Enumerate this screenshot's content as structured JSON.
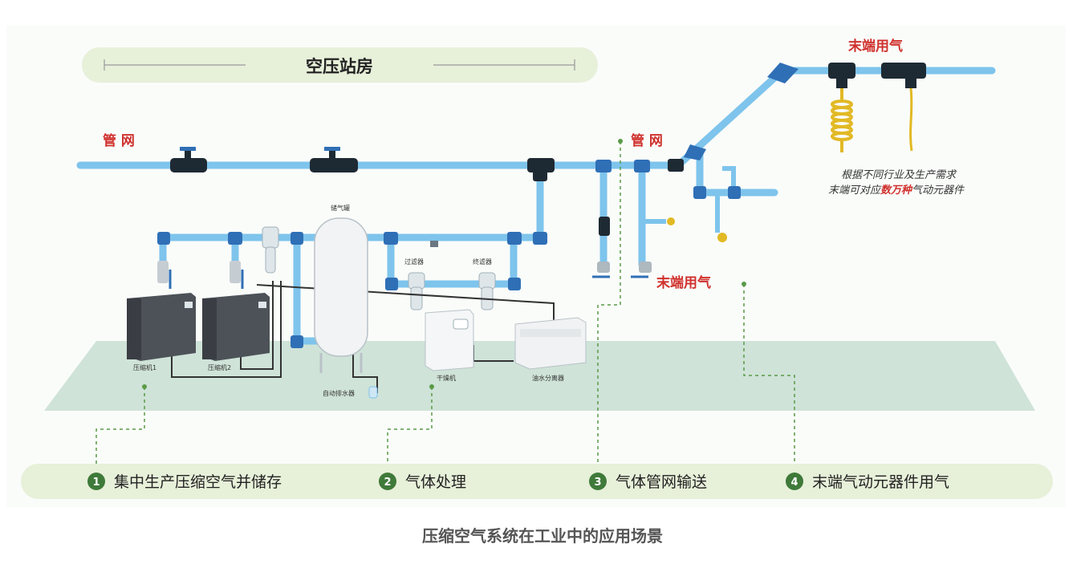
{
  "title_banner": "空压站房",
  "pipe_label_left": "管 网",
  "pipe_label_right": "管 网",
  "end_use_top": "末端用气",
  "end_use_mid": "末端用气",
  "note_line1": "根据不同行业及生产需求",
  "note_line2_a": "末端可对应",
  "note_line2_b": "数万种",
  "note_line2_c": "气动元器件",
  "equipment": {
    "tank": "储气罐",
    "filter1": "过滤器",
    "filter2": "终滤器",
    "compressor1": "压缩机1",
    "compressor2": "压缩机2",
    "drain": "自动排水器",
    "dryer": "干燥机",
    "separator": "油水分离器"
  },
  "steps": [
    {
      "num": "1",
      "label": "集中生产压缩空气并储存"
    },
    {
      "num": "2",
      "label": "气体处理"
    },
    {
      "num": "3",
      "label": "气体管网输送"
    },
    {
      "num": "4",
      "label": "末端气动元器件用气"
    }
  ],
  "caption": "压缩空气系统在工业中的应用场景",
  "colors": {
    "pipe": "#7ec4ec",
    "fitting": "#2f6fb6",
    "red_label": "#d0312d",
    "green_step": "#3f7a3a",
    "banner_bg": "#e7f0d9",
    "floor": "#cfe3d8"
  }
}
